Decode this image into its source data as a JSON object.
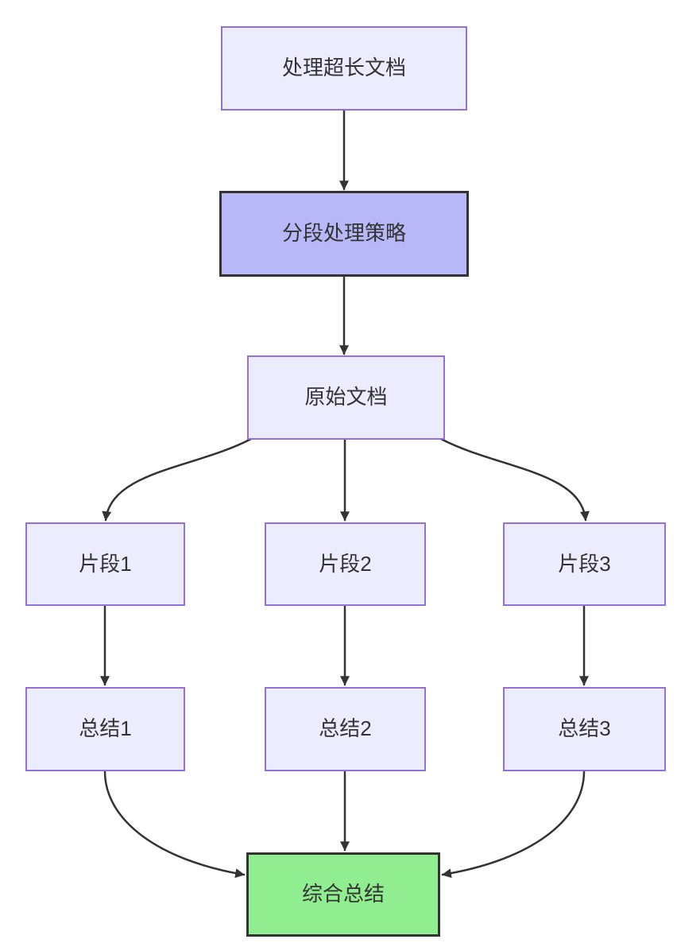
{
  "diagram": {
    "type": "flowchart",
    "direction": "top-down",
    "nodes": [
      {
        "id": "process-long-doc",
        "label": "处理超长文档",
        "kind": "default"
      },
      {
        "id": "segment-strategy",
        "label": "分段处理策略",
        "kind": "emphasis"
      },
      {
        "id": "original-doc",
        "label": "原始文档",
        "kind": "default"
      },
      {
        "id": "fragment-1",
        "label": "片段1",
        "kind": "default"
      },
      {
        "id": "fragment-2",
        "label": "片段2",
        "kind": "default"
      },
      {
        "id": "fragment-3",
        "label": "片段3",
        "kind": "default"
      },
      {
        "id": "summary-1",
        "label": "总结1",
        "kind": "default"
      },
      {
        "id": "summary-2",
        "label": "总结2",
        "kind": "default"
      },
      {
        "id": "summary-3",
        "label": "总结3",
        "kind": "default"
      },
      {
        "id": "final-summary",
        "label": "综合总结",
        "kind": "result"
      }
    ],
    "edges": [
      {
        "from": "处理超长文档",
        "to": "分段处理策略"
      },
      {
        "from": "分段处理策略",
        "to": "原始文档"
      },
      {
        "from": "原始文档",
        "to": "片段1"
      },
      {
        "from": "原始文档",
        "to": "片段2"
      },
      {
        "from": "原始文档",
        "to": "片段3"
      },
      {
        "from": "片段1",
        "to": "总结1"
      },
      {
        "from": "片段2",
        "to": "总结2"
      },
      {
        "from": "片段3",
        "to": "总结3"
      },
      {
        "from": "总结1",
        "to": "综合总结"
      },
      {
        "from": "总结2",
        "to": "综合总结"
      },
      {
        "from": "总结3",
        "to": "综合总结"
      }
    ],
    "colors": {
      "background": "#ffffff",
      "node_fill": "#ECECFF",
      "node_border": "#9370DB",
      "emphasis_fill": "#b8b8f8",
      "emphasis_border": "#333333",
      "result_fill": "#90EE90",
      "result_border": "#333333",
      "edge": "#333333",
      "text": "#333333"
    }
  }
}
